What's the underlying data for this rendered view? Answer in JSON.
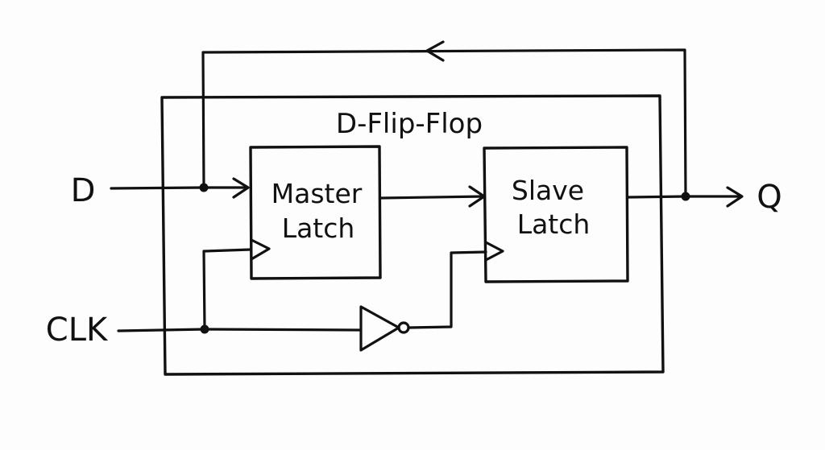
{
  "diagram": {
    "title": "D-Flip-Flop",
    "inputs": [
      {
        "id": "D",
        "label": "D"
      },
      {
        "id": "CLK",
        "label": "CLK"
      }
    ],
    "outputs": [
      {
        "id": "Q",
        "label": "Q"
      }
    ],
    "blocks": [
      {
        "id": "master",
        "line1": "Master",
        "line2": "Latch"
      },
      {
        "id": "slave",
        "line1": "Slave",
        "line2": "Latch"
      }
    ],
    "gates": [
      {
        "id": "inverter",
        "type": "NOT"
      }
    ],
    "connections": [
      {
        "from": "D",
        "to": "master.data"
      },
      {
        "from": "master.out",
        "to": "slave.data"
      },
      {
        "from": "slave.out",
        "to": "Q"
      },
      {
        "from": "Q",
        "to": "D-junction",
        "kind": "feedback"
      },
      {
        "from": "CLK",
        "to": "master.clock"
      },
      {
        "from": "CLK",
        "to": "inverter.in"
      },
      {
        "from": "inverter.out",
        "to": "slave.clock"
      }
    ],
    "colors": {
      "ink": "#111111",
      "background": "#fdfdfd"
    }
  }
}
